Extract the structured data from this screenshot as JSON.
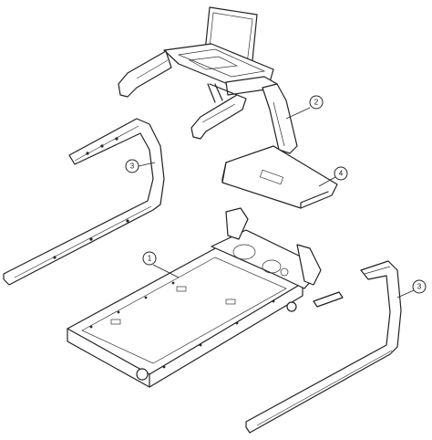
{
  "callouts": {
    "frame": "1",
    "right_upright": "2",
    "left_rail": "3",
    "motor_hood": "4",
    "right_rail": "3"
  }
}
